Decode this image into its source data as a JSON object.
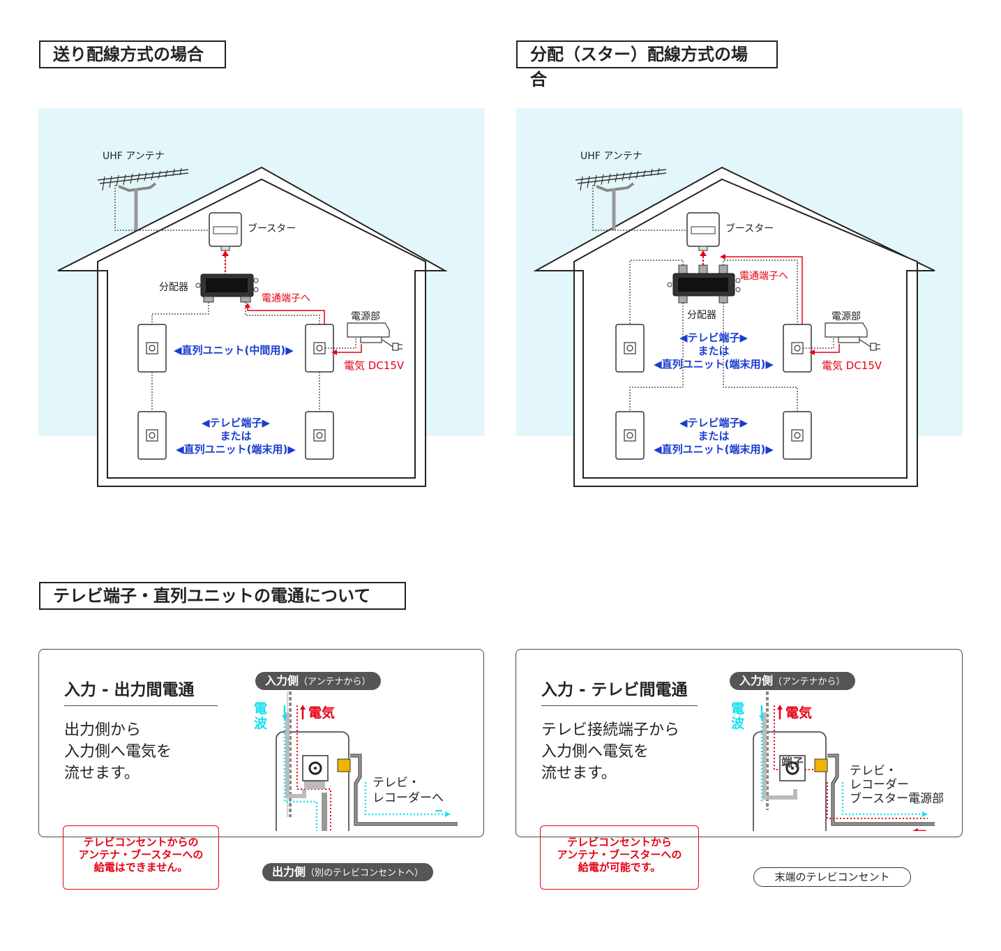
{
  "headings": {
    "series_wiring": "送り配線方式の場合",
    "star_wiring": "分配（スター）配線方式の場合",
    "power_pass": "テレビ端子・直列ユニットの電通について"
  },
  "left_house": {
    "antenna_label": "UHF アンテナ",
    "booster_label": "ブースター",
    "splitter_label": "分配器",
    "power_terminal_label": "電通端子へ",
    "power_unit_label": "電源部",
    "middle_unit_label": "◀直列ユニット(中間用)▶",
    "voltage_label": "電気 DC15V",
    "terminal_line1": "◀テレビ端子▶",
    "terminal_line2": "または",
    "terminal_line3": "◀直列ユニット(端末用)▶"
  },
  "right_house": {
    "antenna_label": "UHF アンテナ",
    "booster_label": "ブースター",
    "splitter_label": "分配器",
    "power_terminal_label": "電通端子へ",
    "power_unit_label": "電源部",
    "voltage_label": "電気 DC15V",
    "upper_line1": "◀テレビ端子▶",
    "upper_line2": "または",
    "upper_line3": "◀直列ユニット(端末用)▶",
    "lower_line1": "◀テレビ端子▶",
    "lower_line2": "または",
    "lower_line3": "◀直列ユニット(端末用)▶"
  },
  "panel_left": {
    "title": "入力 - 出力間電通",
    "body": "出力側から\n入力側へ電気を\n流せます。",
    "note": "テレビコンセントからの\nアンテナ・ブースターへの\n給電はできません。",
    "input_pill_bold": "入力側",
    "input_pill_sub": "（アンテナから）",
    "wave_label": "電\n波",
    "electric_label": "電気",
    "tv_label": "テレビ・\nレコーダーへ",
    "output_pill_bold": "出力側",
    "output_pill_sub": "（別のテレビコンセントへ）"
  },
  "panel_right": {
    "title": "入力 - テレビ間電通",
    "body": "テレビ接続端子から\n入力側へ電気を\n流せます。",
    "note": "テレビコンセントから\nアンテナ・ブースターへの\n給電が可能です。",
    "input_pill_bold": "入力側",
    "input_pill_sub": "（アンテナから）",
    "wave_label": "電\n波",
    "electric_label": "電気",
    "terminal_label": "端子",
    "tv_label": "テレビ・\nレコーダー\nブースター電源部",
    "end_outlet_label": "末端のテレビコンセント"
  },
  "colors": {
    "sky": "#e3f7fb",
    "signal": "#19e0f0",
    "power": "#e60012",
    "label_blue": "#1a3ccf",
    "pill": "#555555"
  }
}
